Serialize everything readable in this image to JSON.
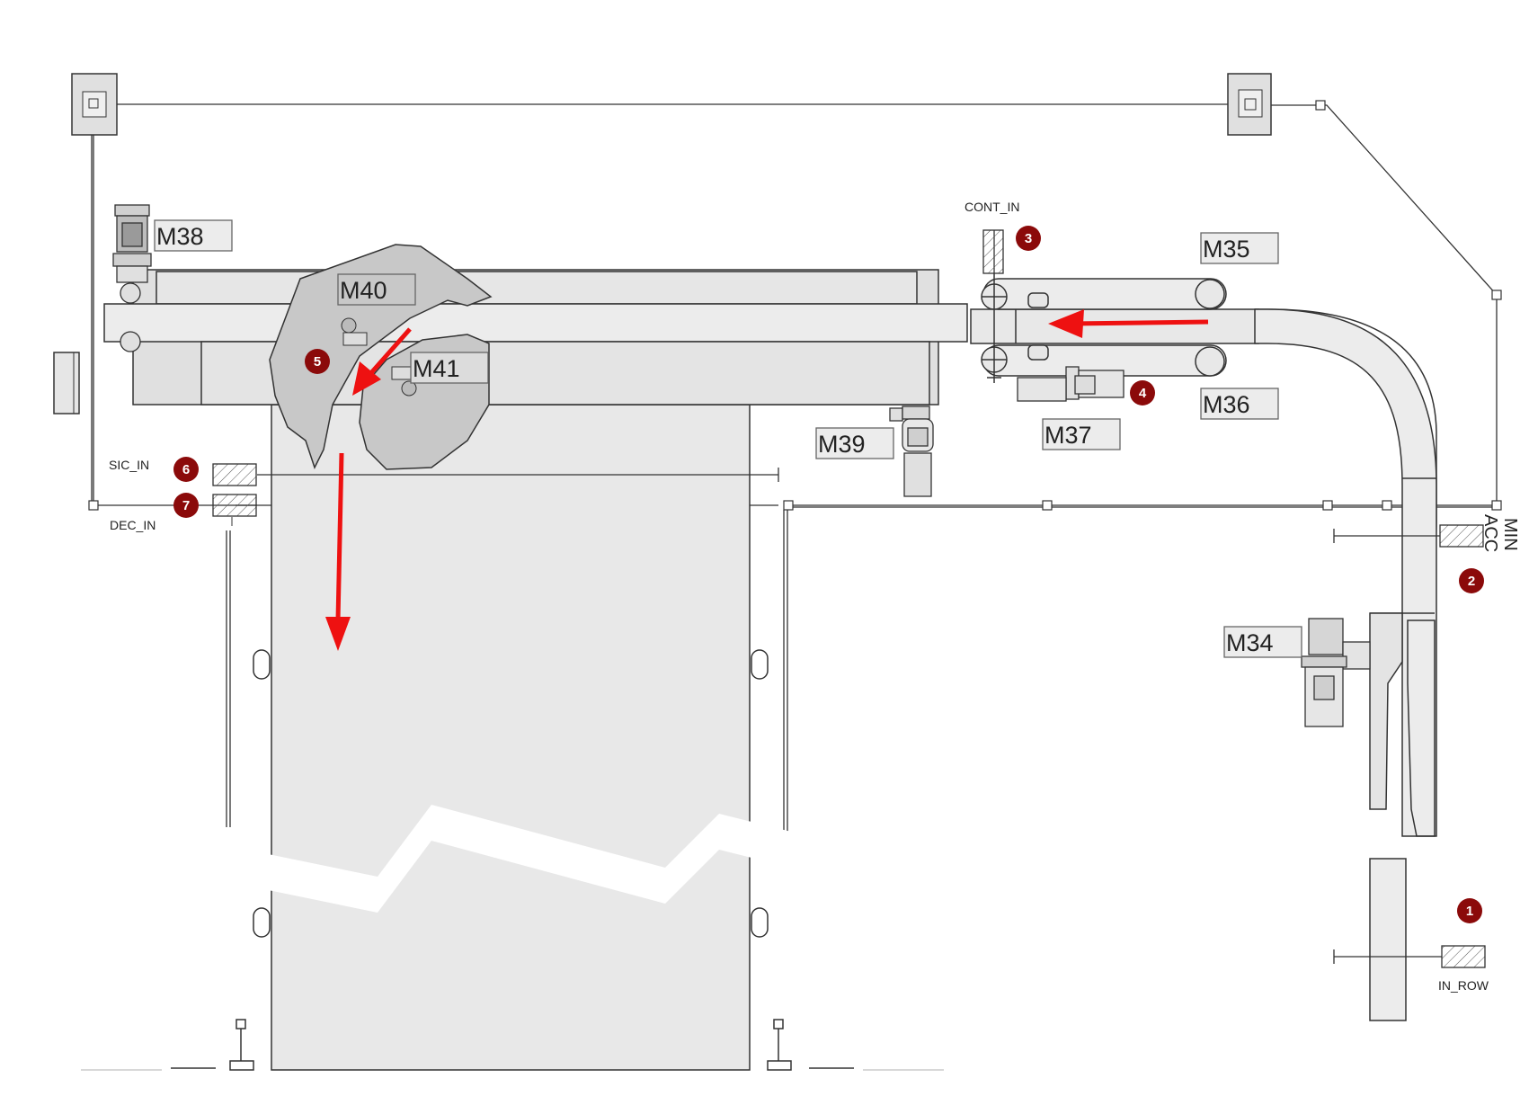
{
  "motors": {
    "m38": "M38",
    "m40": "M40",
    "m41": "M41",
    "m39": "M39",
    "m35": "M35",
    "m36": "M36",
    "m37": "M37",
    "m34": "M34"
  },
  "sensors": {
    "cont_in": "CONT_IN",
    "sic_in": "SIC_IN",
    "dec_in": "DEC_IN",
    "min_acc_line1": "MIN",
    "min_acc_line2": "ACC",
    "in_row": "IN_ROW"
  },
  "markers": {
    "m1": "1",
    "m2": "2",
    "m3": "3",
    "m4": "4",
    "m5": "5",
    "m6": "6",
    "m7": "7"
  },
  "colors": {
    "flow_arrow": "#ee1111",
    "marker_fill": "#8b0a0a",
    "conveyor_fill": "#e8e8e8",
    "diverter_fill": "#c8c8c8",
    "line": "#333333"
  }
}
